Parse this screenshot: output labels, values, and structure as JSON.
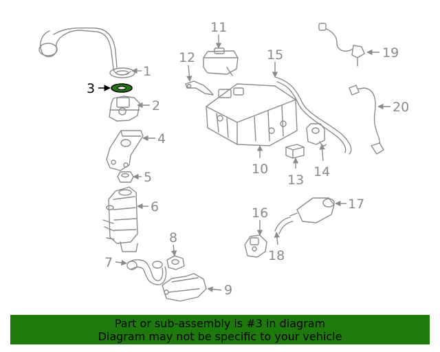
{
  "diagram": {
    "highlighted_part": "3",
    "callouts": [
      "1",
      "2",
      "3",
      "4",
      "5",
      "6",
      "7",
      "8",
      "9",
      "10",
      "11",
      "12",
      "13",
      "14",
      "15",
      "16",
      "17",
      "18",
      "19",
      "20"
    ]
  },
  "colors": {
    "line": "#8a8a8a",
    "highlight": "#000000",
    "highlight_part": "#1e7a0c",
    "banner": "#1e7a0c"
  },
  "banner": {
    "line1": "Part or sub-assembly is #3 in diagram",
    "line2": "Diagram may not be specific to your vehicle"
  }
}
